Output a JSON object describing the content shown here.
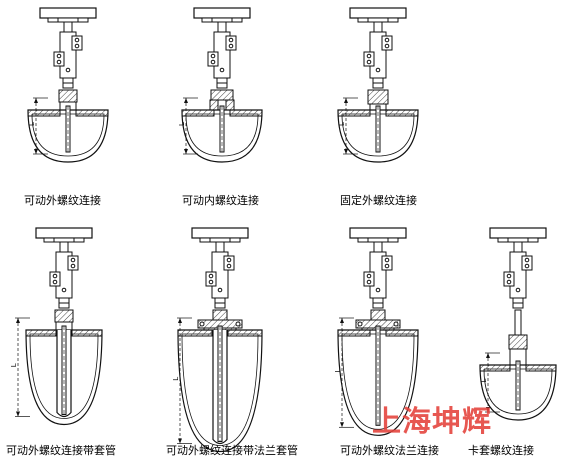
{
  "captions": [
    "可动外螺纹连接",
    "可动内螺纹连接",
    "固定外螺纹连接",
    "可动外螺纹连接带套管",
    "可动外螺纹连接带法兰套管",
    "可动外螺纹法兰连接",
    "卡套螺纹连接"
  ],
  "watermark": "上海坤辉",
  "dimension_mark": "L",
  "variants": [
    {
      "connection": "external-thread",
      "fixed": false,
      "sleeve": false,
      "flange": false
    },
    {
      "connection": "internal-thread",
      "fixed": false,
      "sleeve": false,
      "flange": false
    },
    {
      "connection": "external-thread",
      "fixed": true,
      "sleeve": false,
      "flange": false
    },
    {
      "connection": "external-thread",
      "fixed": false,
      "sleeve": true,
      "flange": false
    },
    {
      "connection": "external-thread",
      "fixed": false,
      "sleeve": true,
      "flange": true
    },
    {
      "connection": "flange",
      "fixed": false,
      "sleeve": false,
      "flange": true
    },
    {
      "connection": "compression-fitting",
      "fixed": false,
      "sleeve": false,
      "flange": false
    }
  ],
  "colors": {
    "line": "#111111",
    "hatch": "#444444",
    "watermark": "#e4403a"
  }
}
